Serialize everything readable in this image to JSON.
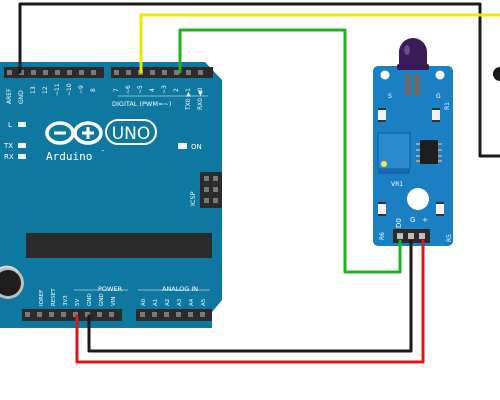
{
  "board": {
    "brand": "Arduino",
    "model": "UNO",
    "digital_header": "DIGITAL (PWM=~)",
    "power_header": "POWER",
    "analog_header": "ANALOG IN",
    "icsp_label": "ICSP",
    "top_pins": [
      "AREF",
      "GND",
      "13",
      "12",
      "~11",
      "~10",
      "~9",
      "8",
      "7",
      "~6",
      "~5",
      "4",
      "~3",
      "2",
      "TX0 ▶1",
      "RX0 ◀0"
    ],
    "power_pins": [
      "IOREF",
      "RESET",
      "3V3",
      "5V",
      "GND",
      "GND",
      "VIN"
    ],
    "analog_pins": [
      "A0",
      "A1",
      "A2",
      "A3",
      "A4",
      "A5"
    ],
    "leds": {
      "l": "L",
      "tx": "TX",
      "rx": "RX",
      "on": "ON"
    }
  },
  "sensor": {
    "pins": {
      "d0": "D0",
      "gnd": "G",
      "vcc": "+"
    },
    "top_labels": {
      "s": "S",
      "g": "G"
    },
    "components": {
      "r1": "R1",
      "r5": "R5",
      "r6": "R6",
      "vr1": "VR1"
    }
  },
  "wires": {
    "black": "#1a1a1a",
    "yellow": "#f2e500",
    "green": "#1fb41f",
    "red": "#d61a1a"
  },
  "colors": {
    "pcb_board": "#0f78a0",
    "pcb_sensor": "#1b7fc4",
    "header": "#2b2b2b",
    "silk": "#ffffff"
  }
}
